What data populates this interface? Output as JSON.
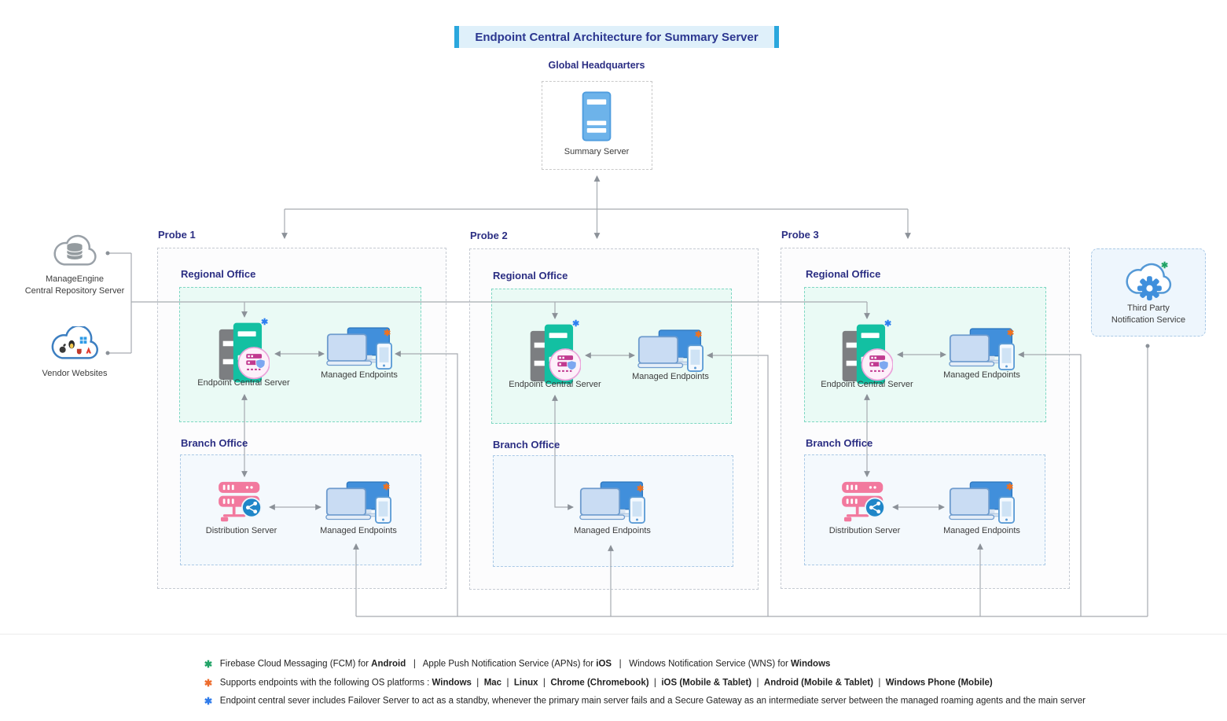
{
  "title": "Endpoint Central Architecture for Summary Server",
  "headquarters": {
    "label": "Global Headquarters",
    "node": "Summary Server"
  },
  "external_left": {
    "repository": {
      "line1": "ManageEngine",
      "line2": "Central Repository Server"
    },
    "vendors": {
      "label": "Vendor Websites"
    }
  },
  "external_right": {
    "line1": "Third Party",
    "line2": "Notification Service"
  },
  "probes": [
    {
      "label": "Probe 1",
      "regional_office": {
        "title": "Regional Office",
        "server": "Endpoint Central Server",
        "endpoints": "Managed Endpoints"
      },
      "branch_office": {
        "title": "Branch Office",
        "server": "Distribution Server",
        "endpoints": "Managed Endpoints"
      }
    },
    {
      "label": "Probe 2",
      "regional_office": {
        "title": "Regional Office",
        "server": "Endpoint Central Server",
        "endpoints": "Managed Endpoints"
      },
      "branch_office": {
        "title": "Branch Office",
        "endpoints": "Managed Endpoints"
      }
    },
    {
      "label": "Probe 3",
      "regional_office": {
        "title": "Regional Office",
        "server": "Endpoint Central Server",
        "endpoints": "Managed Endpoints"
      },
      "branch_office": {
        "title": "Branch Office",
        "server": "Distribution Server",
        "endpoints": "Managed Endpoints"
      }
    }
  ],
  "footnote_marker_glyph": "✱",
  "legend": {
    "lines": [
      {
        "marker_color": "#21a366",
        "segments": [
          {
            "t": "Firebase Cloud Messaging (FCM) for "
          },
          {
            "t": "Android",
            "b": true
          },
          {
            "t": "   |   "
          },
          {
            "t": "Apple Push Notification Service (APNs) for "
          },
          {
            "t": "iOS",
            "b": true
          },
          {
            "t": "   |   "
          },
          {
            "t": "Windows Notification Service (WNS) for "
          },
          {
            "t": "Windows",
            "b": true
          }
        ]
      },
      {
        "marker_color": "#ed6c2d",
        "segments": [
          {
            "t": "Supports endpoints with the following OS platforms : "
          },
          {
            "t": "Windows",
            "b": true
          },
          {
            "t": "  |  "
          },
          {
            "t": "Mac",
            "b": true
          },
          {
            "t": "  |  "
          },
          {
            "t": "Linux",
            "b": true
          },
          {
            "t": "  |  "
          },
          {
            "t": "Chrome (Chromebook)",
            "b": true
          },
          {
            "t": "  |  "
          },
          {
            "t": "iOS (Mobile & Tablet)",
            "b": true
          },
          {
            "t": "  |  "
          },
          {
            "t": "Android (Mobile & Tablet)",
            "b": true
          },
          {
            "t": "  |  "
          },
          {
            "t": "Windows Phone (Mobile)",
            "b": true
          }
        ]
      },
      {
        "marker_color": "#2f7bea",
        "segments": [
          {
            "t": "Endpoint central sever includes Failover Server to act as a standby, whenever the primary main server fails and a Secure Gateway as an intermediate server between the managed roaming agents and the main server"
          }
        ]
      }
    ]
  },
  "palette": {
    "title_bg": "#dff0fa",
    "title_bar": "#2aa7dd",
    "heading_navy": "#2b2e83",
    "regional_border": "#7fd7c3",
    "regional_bg": "#eafaf5",
    "branch_border": "#aac9e6",
    "branch_bg": "#f4f9fd",
    "probe_border": "#c5cad2",
    "wire_gray": "#a6abb1",
    "server_marker_blue": "#2d7ff0",
    "endpoint_marker_orange": "#f2711c",
    "notification_marker_green": "#21a366",
    "ecs_teal": "#13c0a2",
    "distribution_pink": "#f2799e",
    "device_blue": "#418fdb"
  }
}
